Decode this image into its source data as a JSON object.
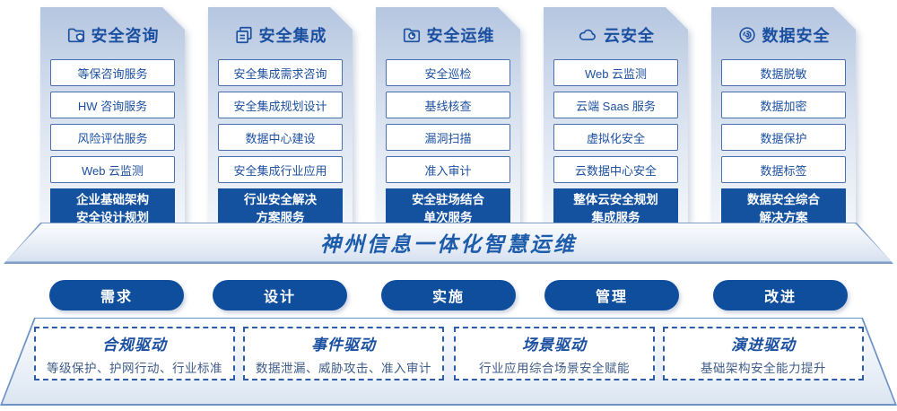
{
  "columns": [
    {
      "icon": "folder-shield-icon",
      "title": "安全咨询",
      "items": [
        "等保咨询服务",
        "HW 咨询服务",
        "风险评估服务",
        "Web 云监测"
      ],
      "footer": "企业基础架构\n安全设计规划"
    },
    {
      "icon": "documents-icon",
      "title": "安全集成",
      "items": [
        "安全集成需求咨询",
        "安全集成规划设计",
        "数据中心建设",
        "安全集成行业应用"
      ],
      "footer": "行业安全解决\n方案服务"
    },
    {
      "icon": "folder-chart-icon",
      "title": "安全运维",
      "items": [
        "安全巡检",
        "基线核查",
        "漏洞扫描",
        "准入审计"
      ],
      "footer": "安全驻场结合\n单次服务"
    },
    {
      "icon": "cloud-icon",
      "title": "云安全",
      "items": [
        "Web 云监测",
        "云端 Saas 服务",
        "虚拟化安全",
        "云数据中心安全"
      ],
      "footer": "整体云安全规划\n集成服务"
    },
    {
      "icon": "fingerprint-icon",
      "title": "数据安全",
      "items": [
        "数据脱敏",
        "数据加密",
        "数据保护",
        "数据标签"
      ],
      "footer": "数据安全综合\n解决方案"
    }
  ],
  "banner": {
    "title": "神州信息一体化智慧运维"
  },
  "process_pills": [
    "需求",
    "设计",
    "实施",
    "管理",
    "改进"
  ],
  "drivers": [
    {
      "title": "合规驱动",
      "desc": "等级保护、护网行动、行业标准"
    },
    {
      "title": "事件驱动",
      "desc": "数据泄漏、威胁攻击、准入审计"
    },
    {
      "title": "场景驱动",
      "desc": "行业应用综合场景安全赋能"
    },
    {
      "title": "演进驱动",
      "desc": "基础架构安全能力提升"
    }
  ],
  "colors": {
    "primary_blue": "#14519f",
    "title_blue": "#1b4fa0",
    "border_blue": "#4a6fae",
    "desc_blue": "#3f5c88"
  }
}
